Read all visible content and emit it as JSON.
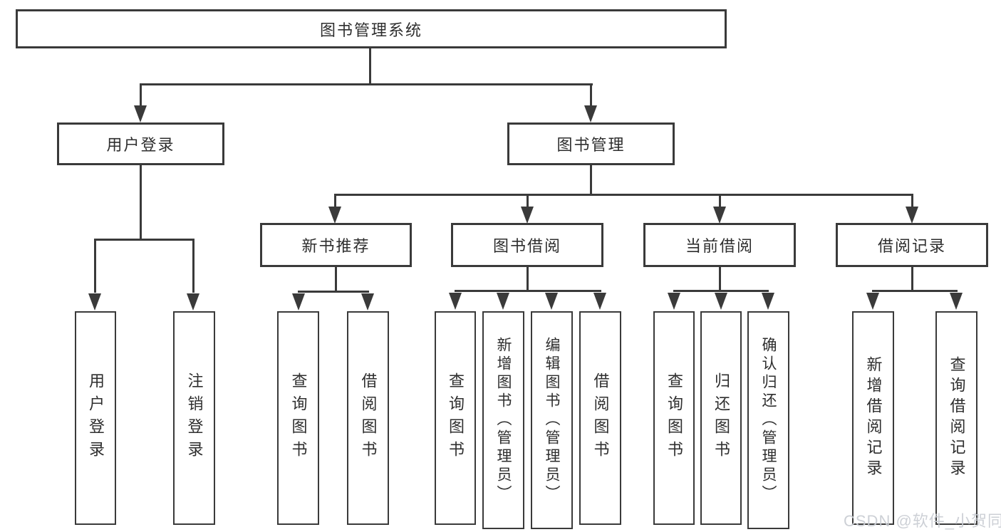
{
  "diagram": {
    "root": {
      "label": "图书管理系统"
    },
    "branches": [
      {
        "label": "用户登录",
        "children": [
          {
            "label": "用户登录"
          },
          {
            "label": "注销登录"
          }
        ]
      },
      {
        "label": "图书管理",
        "children": [
          {
            "label": "新书推荐",
            "children": [
              {
                "label": "查询图书"
              },
              {
                "label": "借阅图书"
              }
            ]
          },
          {
            "label": "图书借阅",
            "children": [
              {
                "label": "查询图书"
              },
              {
                "label": "新增图书（管理员）"
              },
              {
                "label": "编辑图书（管理员）"
              },
              {
                "label": "借阅图书"
              }
            ]
          },
          {
            "label": "当前借阅",
            "children": [
              {
                "label": "查询图书"
              },
              {
                "label": "归还图书"
              },
              {
                "label": "确认归还（管理员）"
              }
            ]
          },
          {
            "label": "借阅记录",
            "children": [
              {
                "label": "新增借阅记录"
              },
              {
                "label": "查询借阅记录"
              }
            ]
          }
        ]
      }
    ],
    "watermark": "CSDN @软件_小贺同学",
    "colors": {
      "line": "#3a3a3a",
      "text": "#2e2e2e",
      "box_fill": "#ffffff",
      "background": "#ffffff",
      "watermark": "#c9cdd3"
    }
  }
}
